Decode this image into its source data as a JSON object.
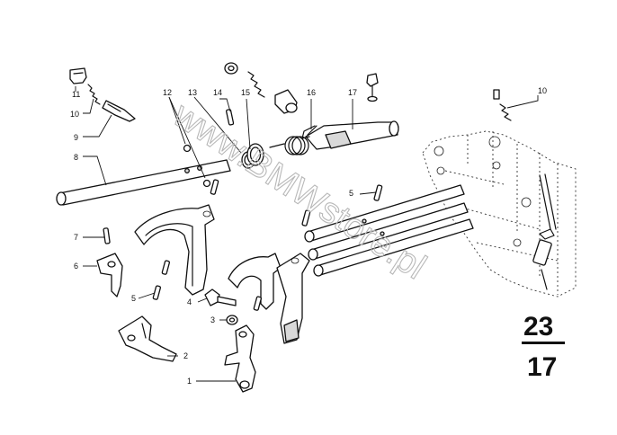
{
  "diagram": {
    "watermark": "www.BMWstore.pl",
    "page_number_top": "23",
    "page_number_bottom": "17",
    "callouts": [
      "1",
      "2",
      "3",
      "4",
      "5",
      "5",
      "6",
      "7",
      "8",
      "9",
      "10",
      "10",
      "11",
      "12",
      "13",
      "14",
      "15",
      "16",
      "17"
    ]
  }
}
